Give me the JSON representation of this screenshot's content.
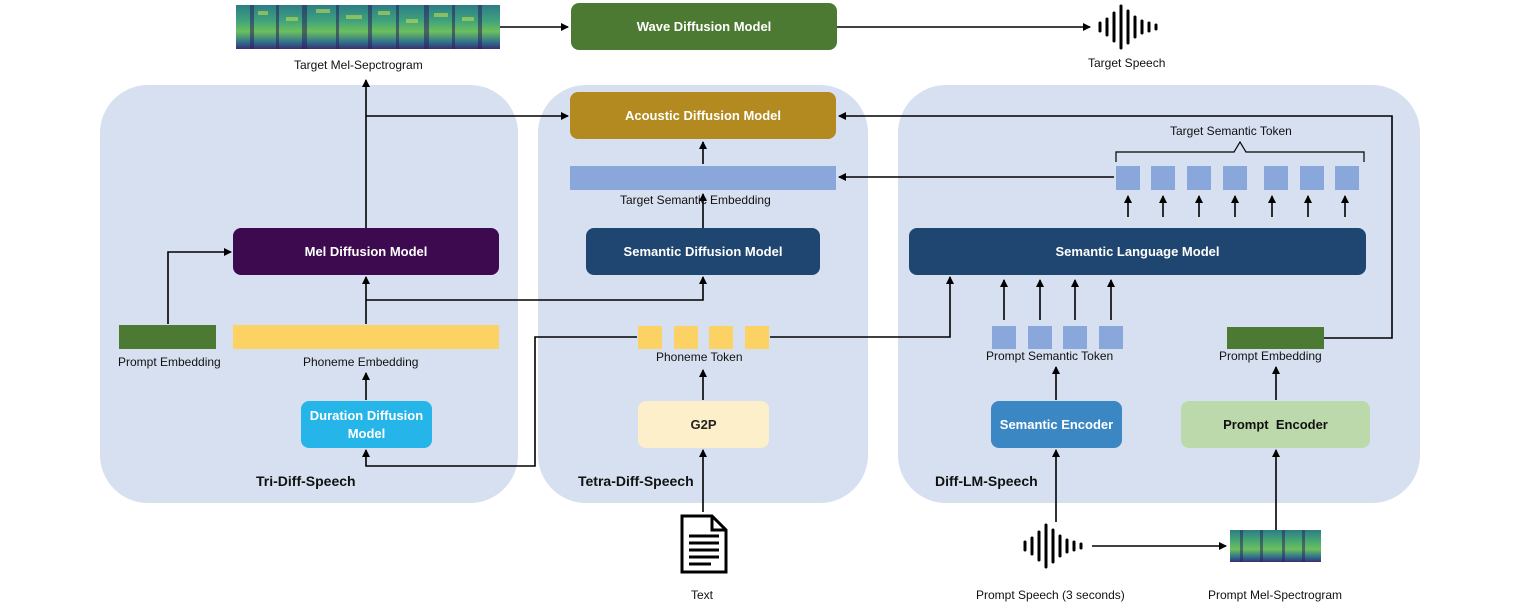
{
  "panels": {
    "tri": "Tri-Diff-Speech",
    "tetra": "Tetra-Diff-Speech",
    "difflm": "Diff-LM-Speech"
  },
  "models": {
    "wave": "Wave Diffusion Model",
    "acoustic": "Acoustic Diffusion Model",
    "mel": "Mel Diffusion Model",
    "semantic_diffusion": "Semantic Diffusion Model",
    "semantic_lm": "Semantic Language Model",
    "duration": "Duration Diffusion Model",
    "g2p": "G2P",
    "semantic_encoder": "Semantic Encoder",
    "prompt_encoder": "Prompt  Encoder"
  },
  "labels": {
    "target_mel": "Target Mel-Sepctrogram",
    "target_speech": "Target Speech",
    "target_semantic_token": "Target Semantic Token",
    "target_semantic_embedding": "Target Semantic Embedding",
    "prompt_embedding_left": "Prompt Embedding",
    "phoneme_embedding": "Phoneme Embedding",
    "phoneme_token": "Phoneme Token",
    "prompt_semantic_token": "Prompt Semantic Token",
    "prompt_embedding_right": "Prompt Embedding",
    "text": "Text",
    "prompt_speech": "Prompt Speech (3 seconds)",
    "prompt_mel": "Prompt Mel-Spectrogram"
  },
  "colors": {
    "panel": "#d6e0f0",
    "wave": "#4d7a32",
    "acoustic": "#b38a20",
    "mel": "#3d0a4f",
    "semantic_navy": "#1f4670",
    "duration": "#26b5e8",
    "g2p": "#fdefc9",
    "semantic_encoder": "#3b87c4",
    "prompt_encoder": "#bcd9ac",
    "token_blue": "#8aa7db",
    "token_yellow": "#fcd264",
    "embed_green": "#4d7a32"
  },
  "icons": {
    "target_spectrogram": "spectrogram-image",
    "target_waveform": "waveform-icon",
    "text_document": "document-icon",
    "prompt_waveform": "waveform-icon",
    "prompt_spectrogram": "spectrogram-image"
  }
}
